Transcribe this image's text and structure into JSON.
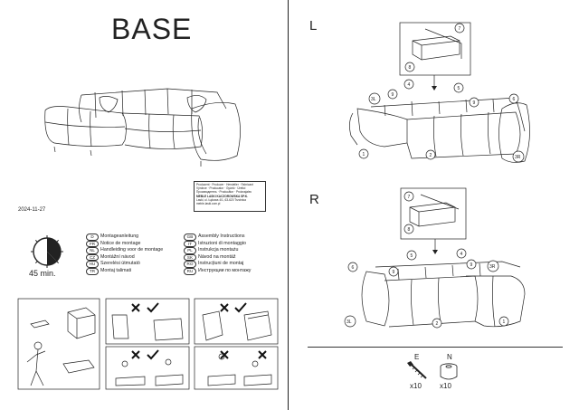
{
  "title": "BASE",
  "date": "2024-11-27",
  "time": "45 min.",
  "stamp": {
    "lines": [
      "Producent · Producer · Hersteller · Fabricant",
      "Výrobce · Producator · Gyártó · Üretici",
      "Производитель · Producător · Proizvajalec"
    ],
    "company": "MEBLE LASKI KACZOROWSKA SP.K.",
    "address": "Laski, ul. Łąkowa 4/1, 63-620 Trzcinica",
    "web": "meble-laski.com.pl"
  },
  "languages_left": [
    {
      "code": "D",
      "label": "Montageanleitung"
    },
    {
      "code": "FR",
      "label": "Notice de montage"
    },
    {
      "code": "NL",
      "label": "Handleiding voor de montage"
    },
    {
      "code": "CZ",
      "label": "Montážní návod"
    },
    {
      "code": "HU",
      "label": "Szerelési útmutató"
    },
    {
      "code": "TR",
      "label": "Montaj talimati"
    }
  ],
  "languages_right": [
    {
      "code": "GB",
      "label": "Assembly Instructions"
    },
    {
      "code": "IT",
      "label": "Istruzioni di montaggio"
    },
    {
      "code": "PL",
      "label": "Instrukcja montażu"
    },
    {
      "code": "SK",
      "label": "Návod na montáž"
    },
    {
      "code": "RO",
      "label": "Instrucțiuni de montaj"
    },
    {
      "code": "RU",
      "label": "Инструкции по монтажу"
    }
  ],
  "variant_left": "L",
  "variant_right": "R",
  "parts_L": [
    "1",
    "2",
    "3R",
    "3L",
    "4",
    "5",
    "6",
    "7",
    "8",
    "9"
  ],
  "parts_R": [
    "1",
    "2",
    "3R",
    "3L",
    "4",
    "5",
    "6",
    "7",
    "8",
    "9"
  ],
  "hardware": [
    {
      "letter": "E",
      "qty": "x10"
    },
    {
      "letter": "N",
      "qty": "x10"
    }
  ]
}
